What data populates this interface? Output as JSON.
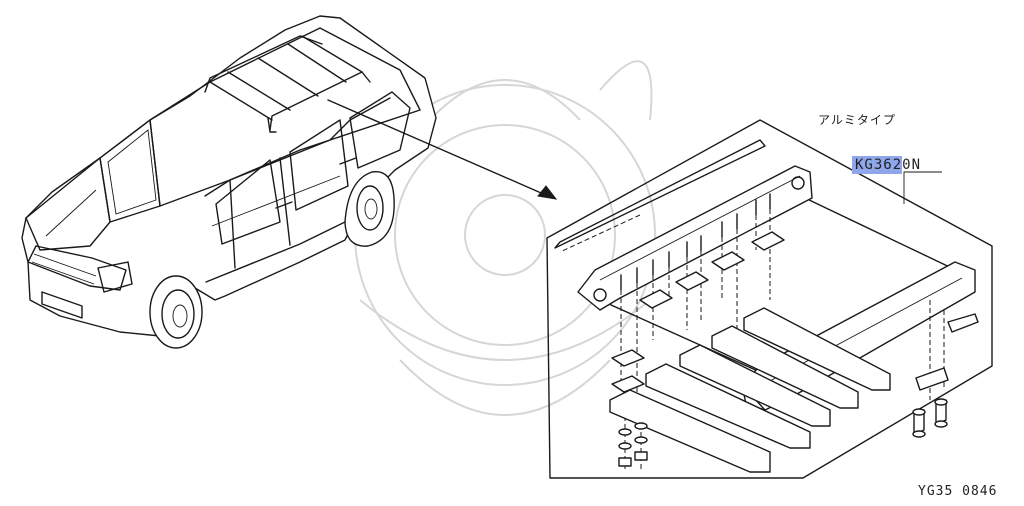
{
  "diagram": {
    "type_label": "アルミタイプ",
    "part_number_highlighted": "KG362",
    "part_number_rest": "0N",
    "figure_code": "YG35 0846"
  },
  "colors": {
    "highlight": "#8fa6ea",
    "ink": "#1a1a1a",
    "watermark": "#d6d6d6"
  }
}
